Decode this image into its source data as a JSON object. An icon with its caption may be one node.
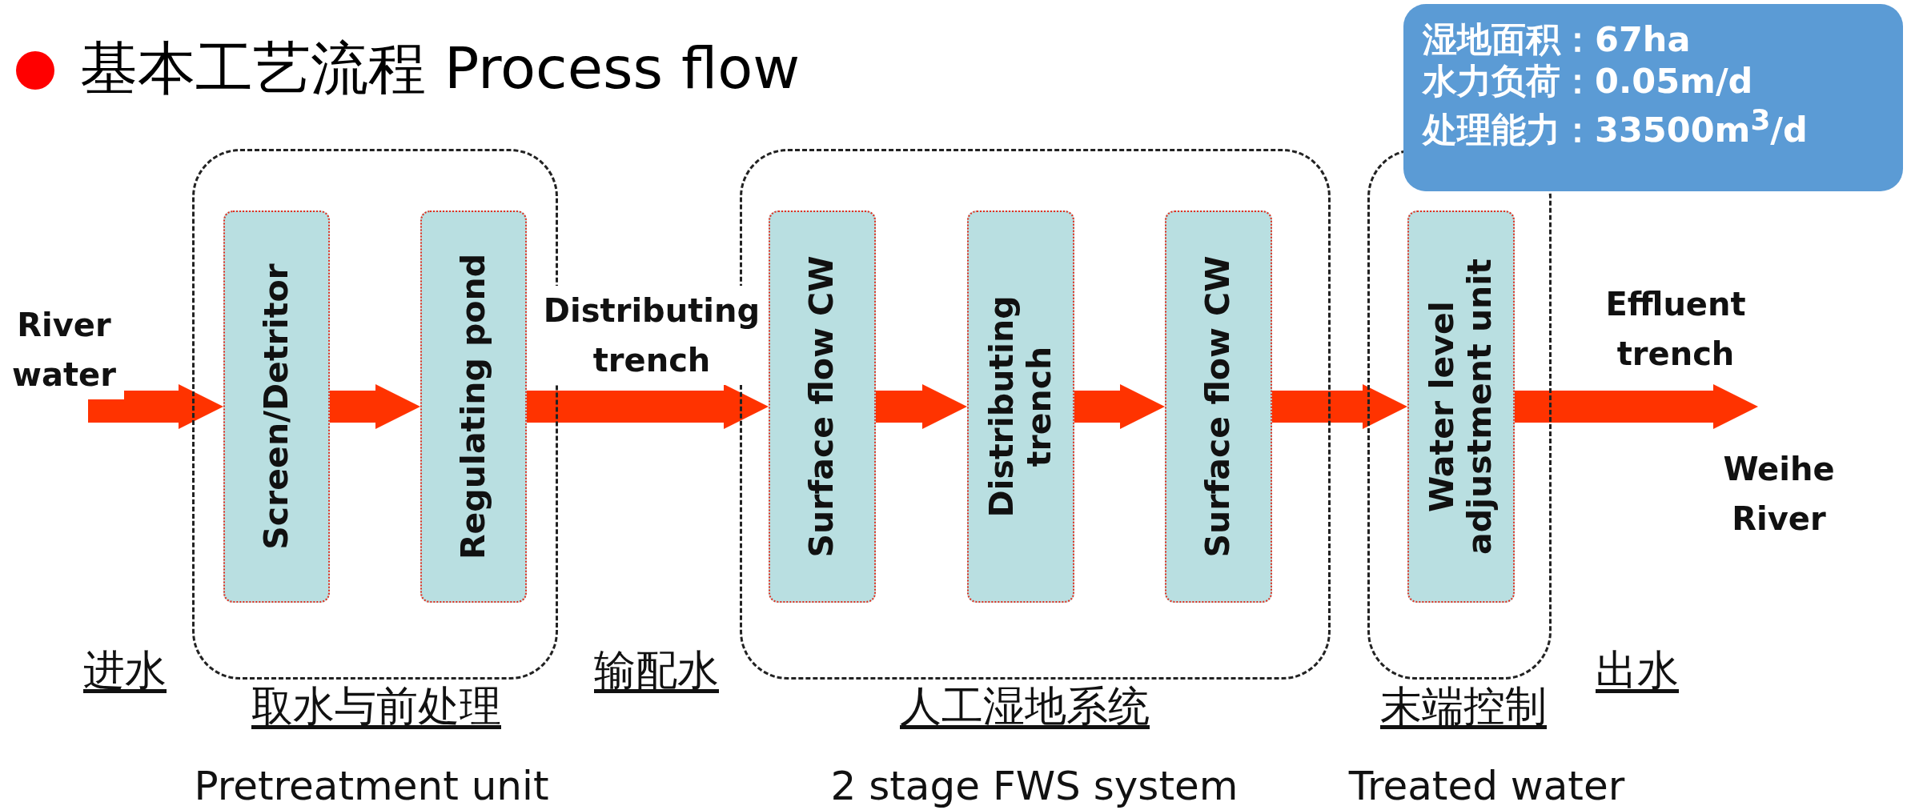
{
  "diagram": {
    "title": "基本工艺流程 Process flow",
    "nodes": [
      {
        "text": [
          "湿地面积：67ha",
          "水力负荷：0.05m/d",
          "处理能力：33500m$^{3}$/d"
        ]
      },
      {
        "text": [],
        "shape": "box",
        "beside": [
          "取水与前处理",
          "Pretreatment unit"
        ]
      },
      {
        "text": [
          "Screen/Detritor"
        ],
        "in": 1
      },
      {
        "text": [
          "Regulating pond"
        ],
        "in": 1
      },
      {
        "text": [],
        "shape": "box",
        "beside": [
          "人工湿地系统",
          "2 stage FWS system"
        ]
      },
      {
        "text": [
          "Surface flow CW"
        ],
        "in": 4
      },
      {
        "text": [
          "Distributing trench"
        ],
        "in": 4
      },
      {
        "text": [
          "Surface flow CW"
        ],
        "in": 4
      },
      {
        "text": [],
        "shape": "box",
        "beside": [
          "末端控制",
          "Treated water"
        ]
      },
      {
        "text": [
          "Water level adjustment unit"
        ],
        "in": 8
      }
    ],
    "edges": [
      {
        "from": null,
        "to": 2,
        "arrow": "to",
        "label": "River water"
      },
      {
        "from": 2,
        "to": 3,
        "arrow": "to"
      },
      {
        "from": 3,
        "to": 5,
        "arrow": "to",
        "label": "Distributing trench"
      },
      {
        "from": 5,
        "to": 6,
        "arrow": "to"
      },
      {
        "from": 6,
        "to": 7,
        "arrow": "to"
      },
      {
        "from": 7,
        "to": 9,
        "arrow": "to"
      },
      {
        "from": 9,
        "to": null,
        "arrow": "to",
        "label": "Effluent trench"
      }
    ],
    "labels": [
      "Weihe River",
      "进水",
      "输配水",
      "出水"
    ]
  }
}
